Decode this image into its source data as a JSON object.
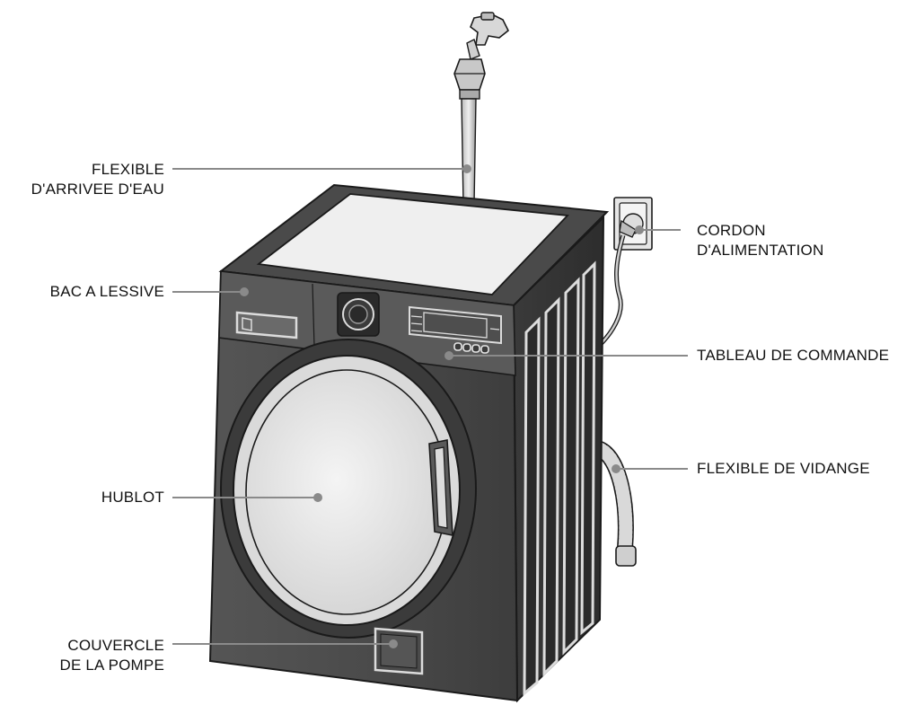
{
  "labels": {
    "inlet_hose": [
      "FLEXIBLE",
      "D'ARRIVEE D'EAU"
    ],
    "detergent_drawer": [
      "BAC A LESSIVE"
    ],
    "door": [
      "HUBLOT"
    ],
    "pump_cover": [
      "COUVERCLE",
      "DE LA POMPE"
    ],
    "power_cord": [
      "CORDON",
      "D'ALIMENTATION"
    ],
    "control_panel": [
      "TABLEAU DE COMMANDE"
    ],
    "drain_hose": [
      "FLEXIBLE DE VIDANGE"
    ]
  },
  "colors": {
    "leader_line": "#8a8a8a",
    "dot": "#8a8a8a",
    "outline": "#1a1a1a",
    "body_fill": "#4a4a4a",
    "panel_fill": "#5a5a5a",
    "top_fill": "#ededed"
  }
}
